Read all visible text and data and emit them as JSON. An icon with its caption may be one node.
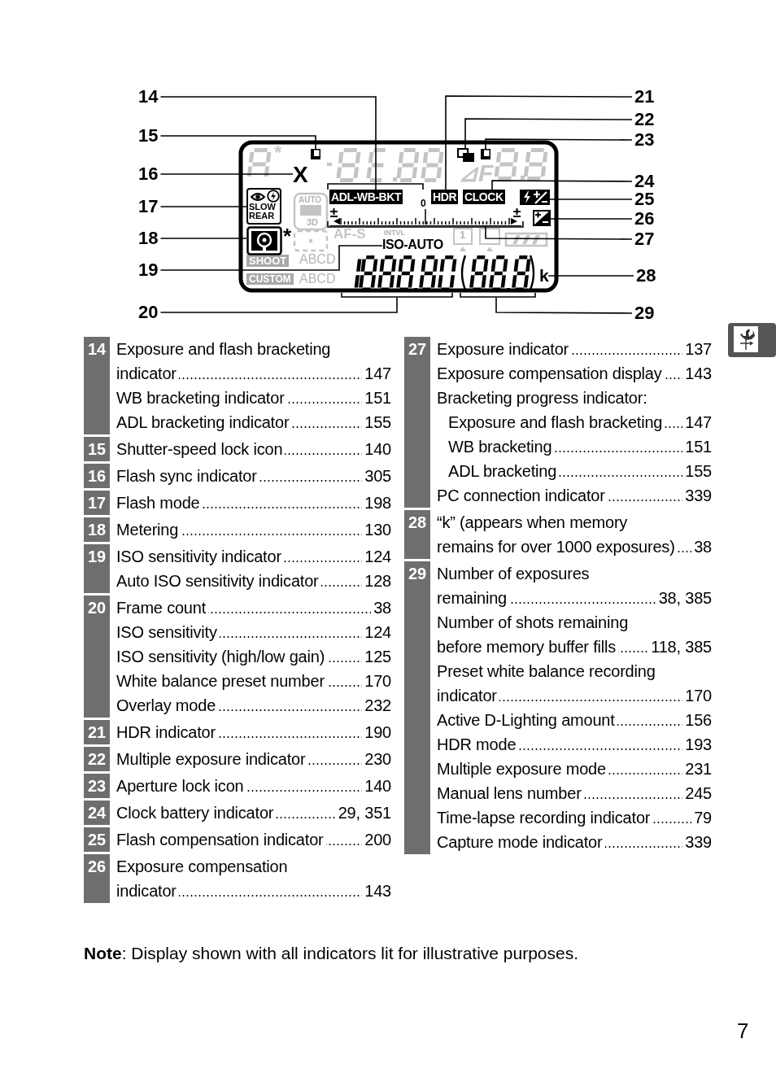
{
  "diagram": {
    "nodes": [
      {
        "text": [
          "14"
        ]
      },
      {
        "text": [
          "15"
        ]
      },
      {
        "text": [
          "16"
        ]
      },
      {
        "text": [
          "17"
        ]
      },
      {
        "text": [
          "18"
        ]
      },
      {
        "text": [
          "19"
        ]
      },
      {
        "text": [
          "20"
        ]
      },
      {
        "text": [
          "21"
        ]
      },
      {
        "text": [
          "22"
        ]
      },
      {
        "text": [
          "23"
        ]
      },
      {
        "text": [
          "24"
        ]
      },
      {
        "text": [
          "25"
        ]
      },
      {
        "text": [
          "26"
        ]
      },
      {
        "text": [
          "27"
        ]
      },
      {
        "text": [
          "28"
        ]
      },
      {
        "text": [
          "29"
        ]
      },
      {
        "text": [
          "ADL-WB-BKT"
        ]
      },
      {
        "text": [],
        "shape": "box"
      },
      {
        "text": [
          "X"
        ]
      },
      {
        "text": [
          "SLOW REAR"
        ]
      },
      {
        "text": [],
        "shape": "box"
      },
      {
        "text": [
          "ISO-AUTO"
        ]
      },
      {
        "text": [],
        "shape": "box"
      },
      {
        "text": [
          "HDR"
        ]
      },
      {
        "text": [],
        "shape": "box"
      },
      {
        "text": [],
        "shape": "box"
      },
      {
        "text": [
          "CLOCK"
        ]
      },
      {
        "text": [],
        "shape": "box"
      },
      {
        "text": [],
        "shape": "box"
      },
      {
        "text": [],
        "shape": "bar"
      },
      {
        "text": [
          "k"
        ]
      },
      {
        "text": [],
        "shape": "box"
      }
    ],
    "edges": [
      {
        "from": 0,
        "to": 16,
        "arrow": "none"
      },
      {
        "from": 1,
        "to": 17,
        "arrow": "none"
      },
      {
        "from": 2,
        "to": 18,
        "arrow": "none"
      },
      {
        "from": 3,
        "to": 19,
        "arrow": "none"
      },
      {
        "from": 4,
        "to": 20,
        "arrow": "none"
      },
      {
        "from": 5,
        "to": 21,
        "arrow": "none"
      },
      {
        "from": 6,
        "to": 22,
        "arrow": "none"
      },
      {
        "from": 7,
        "to": 23,
        "arrow": "none"
      },
      {
        "from": 8,
        "to": 24,
        "arrow": "none"
      },
      {
        "from": 9,
        "to": 25,
        "arrow": "none"
      },
      {
        "from": 10,
        "to": 26,
        "arrow": "none"
      },
      {
        "from": 11,
        "to": 27,
        "arrow": "none"
      },
      {
        "from": 12,
        "to": 28,
        "arrow": "none"
      },
      {
        "from": 13,
        "to": 29,
        "arrow": "none"
      },
      {
        "from": 14,
        "to": 30,
        "arrow": "none"
      },
      {
        "from": 15,
        "to": 31,
        "arrow": "none"
      }
    ],
    "labels": [
      "AUTO",
      "3D",
      "AF-S",
      "INTVL",
      "0",
      "1",
      "SHOOT",
      "ABCD",
      "CUSTOM",
      "ABCD",
      "⊿F",
      "*",
      "*",
      "14",
      "Exposure and flash bracketing indicator",
      "147",
      "WB bracketing indicator",
      "151",
      "ADL bracketing indicator",
      "155",
      "15",
      "Shutter-speed lock icon",
      "140",
      "16",
      "Flash sync indicator",
      "305",
      "17",
      "Flash mode",
      "198",
      "18",
      "Metering",
      "130",
      "19",
      "ISO sensitivity indicator",
      "124",
      "Auto ISO sensitivity indicator",
      "128",
      "20",
      "Frame count",
      "38",
      "ISO sensitivity",
      "124",
      "ISO sensitivity (high/low gain)",
      "125",
      "White balance preset number",
      "170",
      "Overlay mode",
      "232",
      "21",
      "HDR indicator",
      "190",
      "22",
      "Multiple exposure indicator",
      "230",
      "23",
      "Aperture lock icon",
      "140",
      "24",
      "Clock battery indicator",
      "29, 351",
      "25",
      "Flash compensation indicator",
      "200",
      "26",
      "Exposure compensation indicator",
      "143",
      "27",
      "Exposure indicator",
      "137",
      "Exposure compensation display",
      "143",
      "Bracketing progress indicator:",
      "Exposure and flash bracketing",
      "147",
      "WB bracketing",
      "151",
      "ADL bracketing",
      "155",
      "PC connection indicator",
      "339",
      "28",
      "“k” (appears when memory remains for over 1000 exposures)",
      "38",
      "29",
      "Number of exposures remaining",
      "38, 385",
      "Number of shots remaining before memory buffer fills",
      "118, 385",
      "Preset white balance recording indicator",
      "170",
      "Active D-Lighting amount",
      "156",
      "HDR mode",
      "193",
      "Multiple exposure mode",
      "231",
      "Manual lens number",
      "245",
      "Time-lapse recording indicator",
      "79",
      "Capture mode indicator",
      "339",
      "**Note**: Display shown with all indicators lit for illustrative purposes.",
      "7"
    ]
  }
}
